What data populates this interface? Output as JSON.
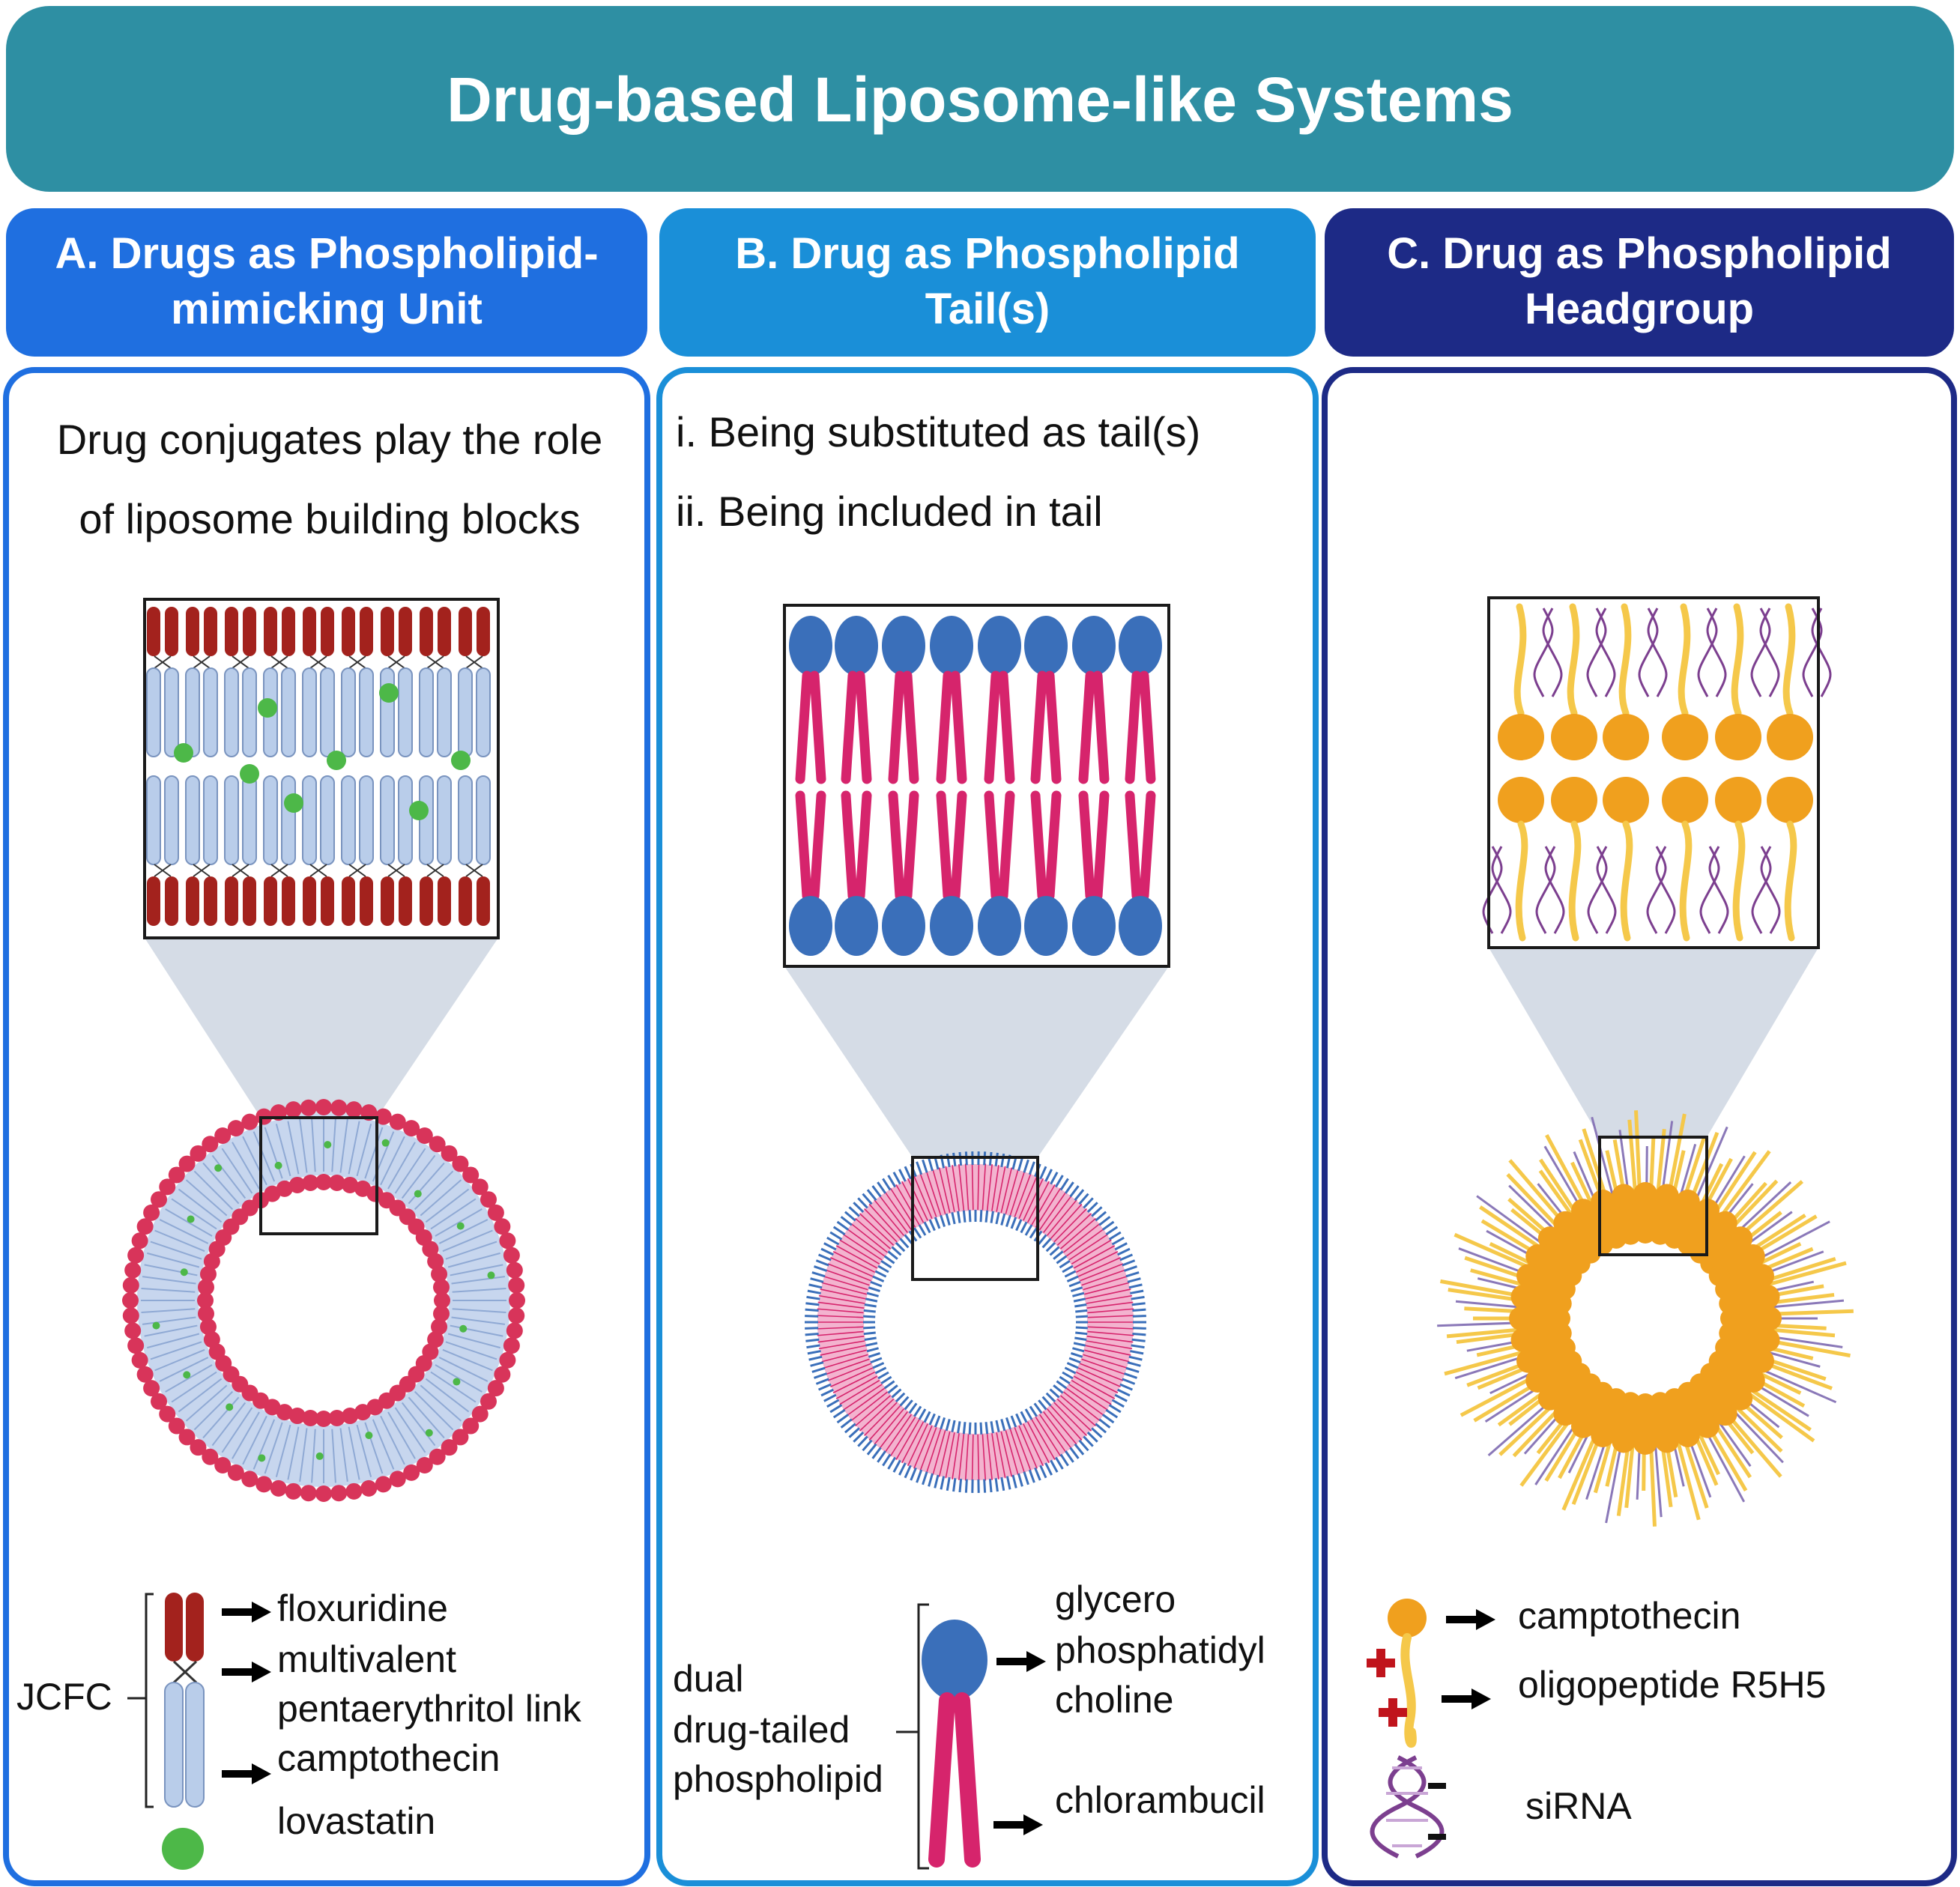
{
  "title": "Drug-based Liposome-like Systems",
  "panels": {
    "a": {
      "header_line1": "A. Drugs as Phospholipid-",
      "header_line2": "mimicking Unit",
      "desc_line1": "Drug conjugates play the role",
      "desc_line2": "of liposome building blocks",
      "legend": {
        "group_label": "JCFC",
        "floxuridine": "floxuridine",
        "link_line1": "multivalent",
        "link_line2": "pentaerythritol link",
        "camptothecin": "camptothecin",
        "lovastatin": "lovastatin"
      }
    },
    "b": {
      "header_line1": "B. Drug as Phospholipid",
      "header_line2": "Tail(s)",
      "item1": "i. Being substituted as tail(s)",
      "item2": "ii. Being included in tail",
      "legend": {
        "label_line1": "dual",
        "label_line2": "drug-tailed",
        "label_line3": "phospholipid",
        "head_line1": "glycero",
        "head_line2": "phosphatidyl",
        "head_line3": "choline",
        "tail": "chlorambucil"
      }
    },
    "c": {
      "header_line1": "C. Drug as Phospholipid",
      "header_line2": "Headgroup",
      "legend": {
        "head": "camptothecin",
        "peptide": "oligopeptide R5H5",
        "sirna": "siRNA"
      }
    }
  },
  "colors": {
    "title_bar": "#2e8fa3",
    "panel_a": "#1f6fe0",
    "panel_b": "#1a8fd8",
    "panel_c": "#1d2a86",
    "head_red": "#a3221d",
    "tail_blue": "#b9cdea",
    "drug_green": "#4db848",
    "head_blue": "#3a6fba",
    "tail_pink": "#d6246c",
    "head_orange": "#f0a01e",
    "tail_yellow": "#f5c84a",
    "rna_purple": "#7c3f8f",
    "ring_red": "#d8345a"
  }
}
